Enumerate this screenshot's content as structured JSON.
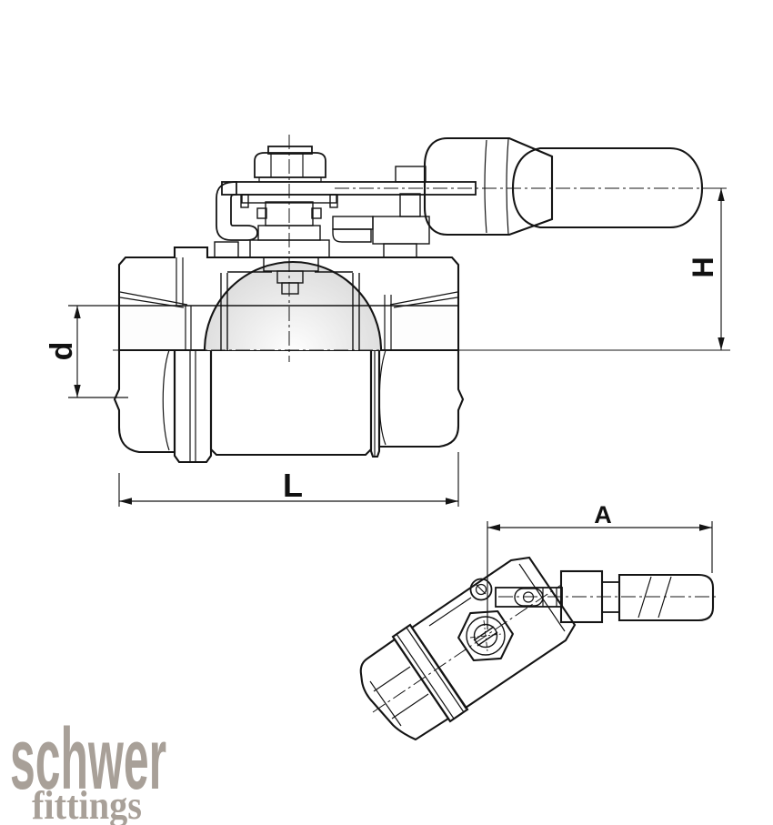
{
  "drawing": {
    "title_hint": "ball valve technical drawing",
    "dimension_labels": {
      "bore_diameter": "d",
      "handle_height": "H",
      "body_length": "L",
      "handle_length": "A"
    },
    "logo": {
      "brand": "schwer",
      "tagline": "fittings",
      "color": "#a8a098"
    },
    "colors": {
      "line": "#141414",
      "body_light": "#f0f0f0",
      "body_dark": "#8d8d8d",
      "handle_gray": "#b5b5b5",
      "thread_white": "#fdfdfd",
      "background": "#ffffff"
    }
  }
}
